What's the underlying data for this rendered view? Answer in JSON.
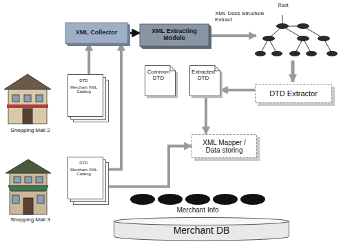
{
  "diagram": {
    "nodes": [
      {
        "text": [
          "XML Collector"
        ]
      },
      {
        "text": [
          "XML Extracting Module"
        ]
      },
      {
        "text": [
          "Common DTD"
        ]
      },
      {
        "text": [
          "Extracted DTD"
        ]
      },
      {
        "text": [
          "DTD Extractor"
        ]
      },
      {
        "text": [
          "DTD",
          "Merchant XML Catalog"
        ]
      },
      {
        "text": [
          "XML Mapper / Data storing"
        ]
      },
      {
        "text": [
          "DTD",
          "Merchant XML Catalog"
        ]
      },
      {
        "text": [
          "Merchant DB"
        ]
      }
    ],
    "edges": [
      {
        "from": 0,
        "to": 1,
        "arrow": "to"
      },
      {
        "from": 5,
        "to": 0,
        "arrow": "to"
      },
      {
        "from": 7,
        "to": 0,
        "arrow": "to"
      },
      {
        "from": 4,
        "to": 3,
        "arrow": "to"
      },
      {
        "from": 3,
        "to": 6,
        "arrow": "to"
      },
      {
        "from": 7,
        "to": 6,
        "arrow": "to"
      }
    ],
    "labels": [
      "XML Docs Structure Extract",
      "Root",
      "Shopping Mall 2",
      "Shopping Mall 3",
      "Merchant Info"
    ]
  }
}
